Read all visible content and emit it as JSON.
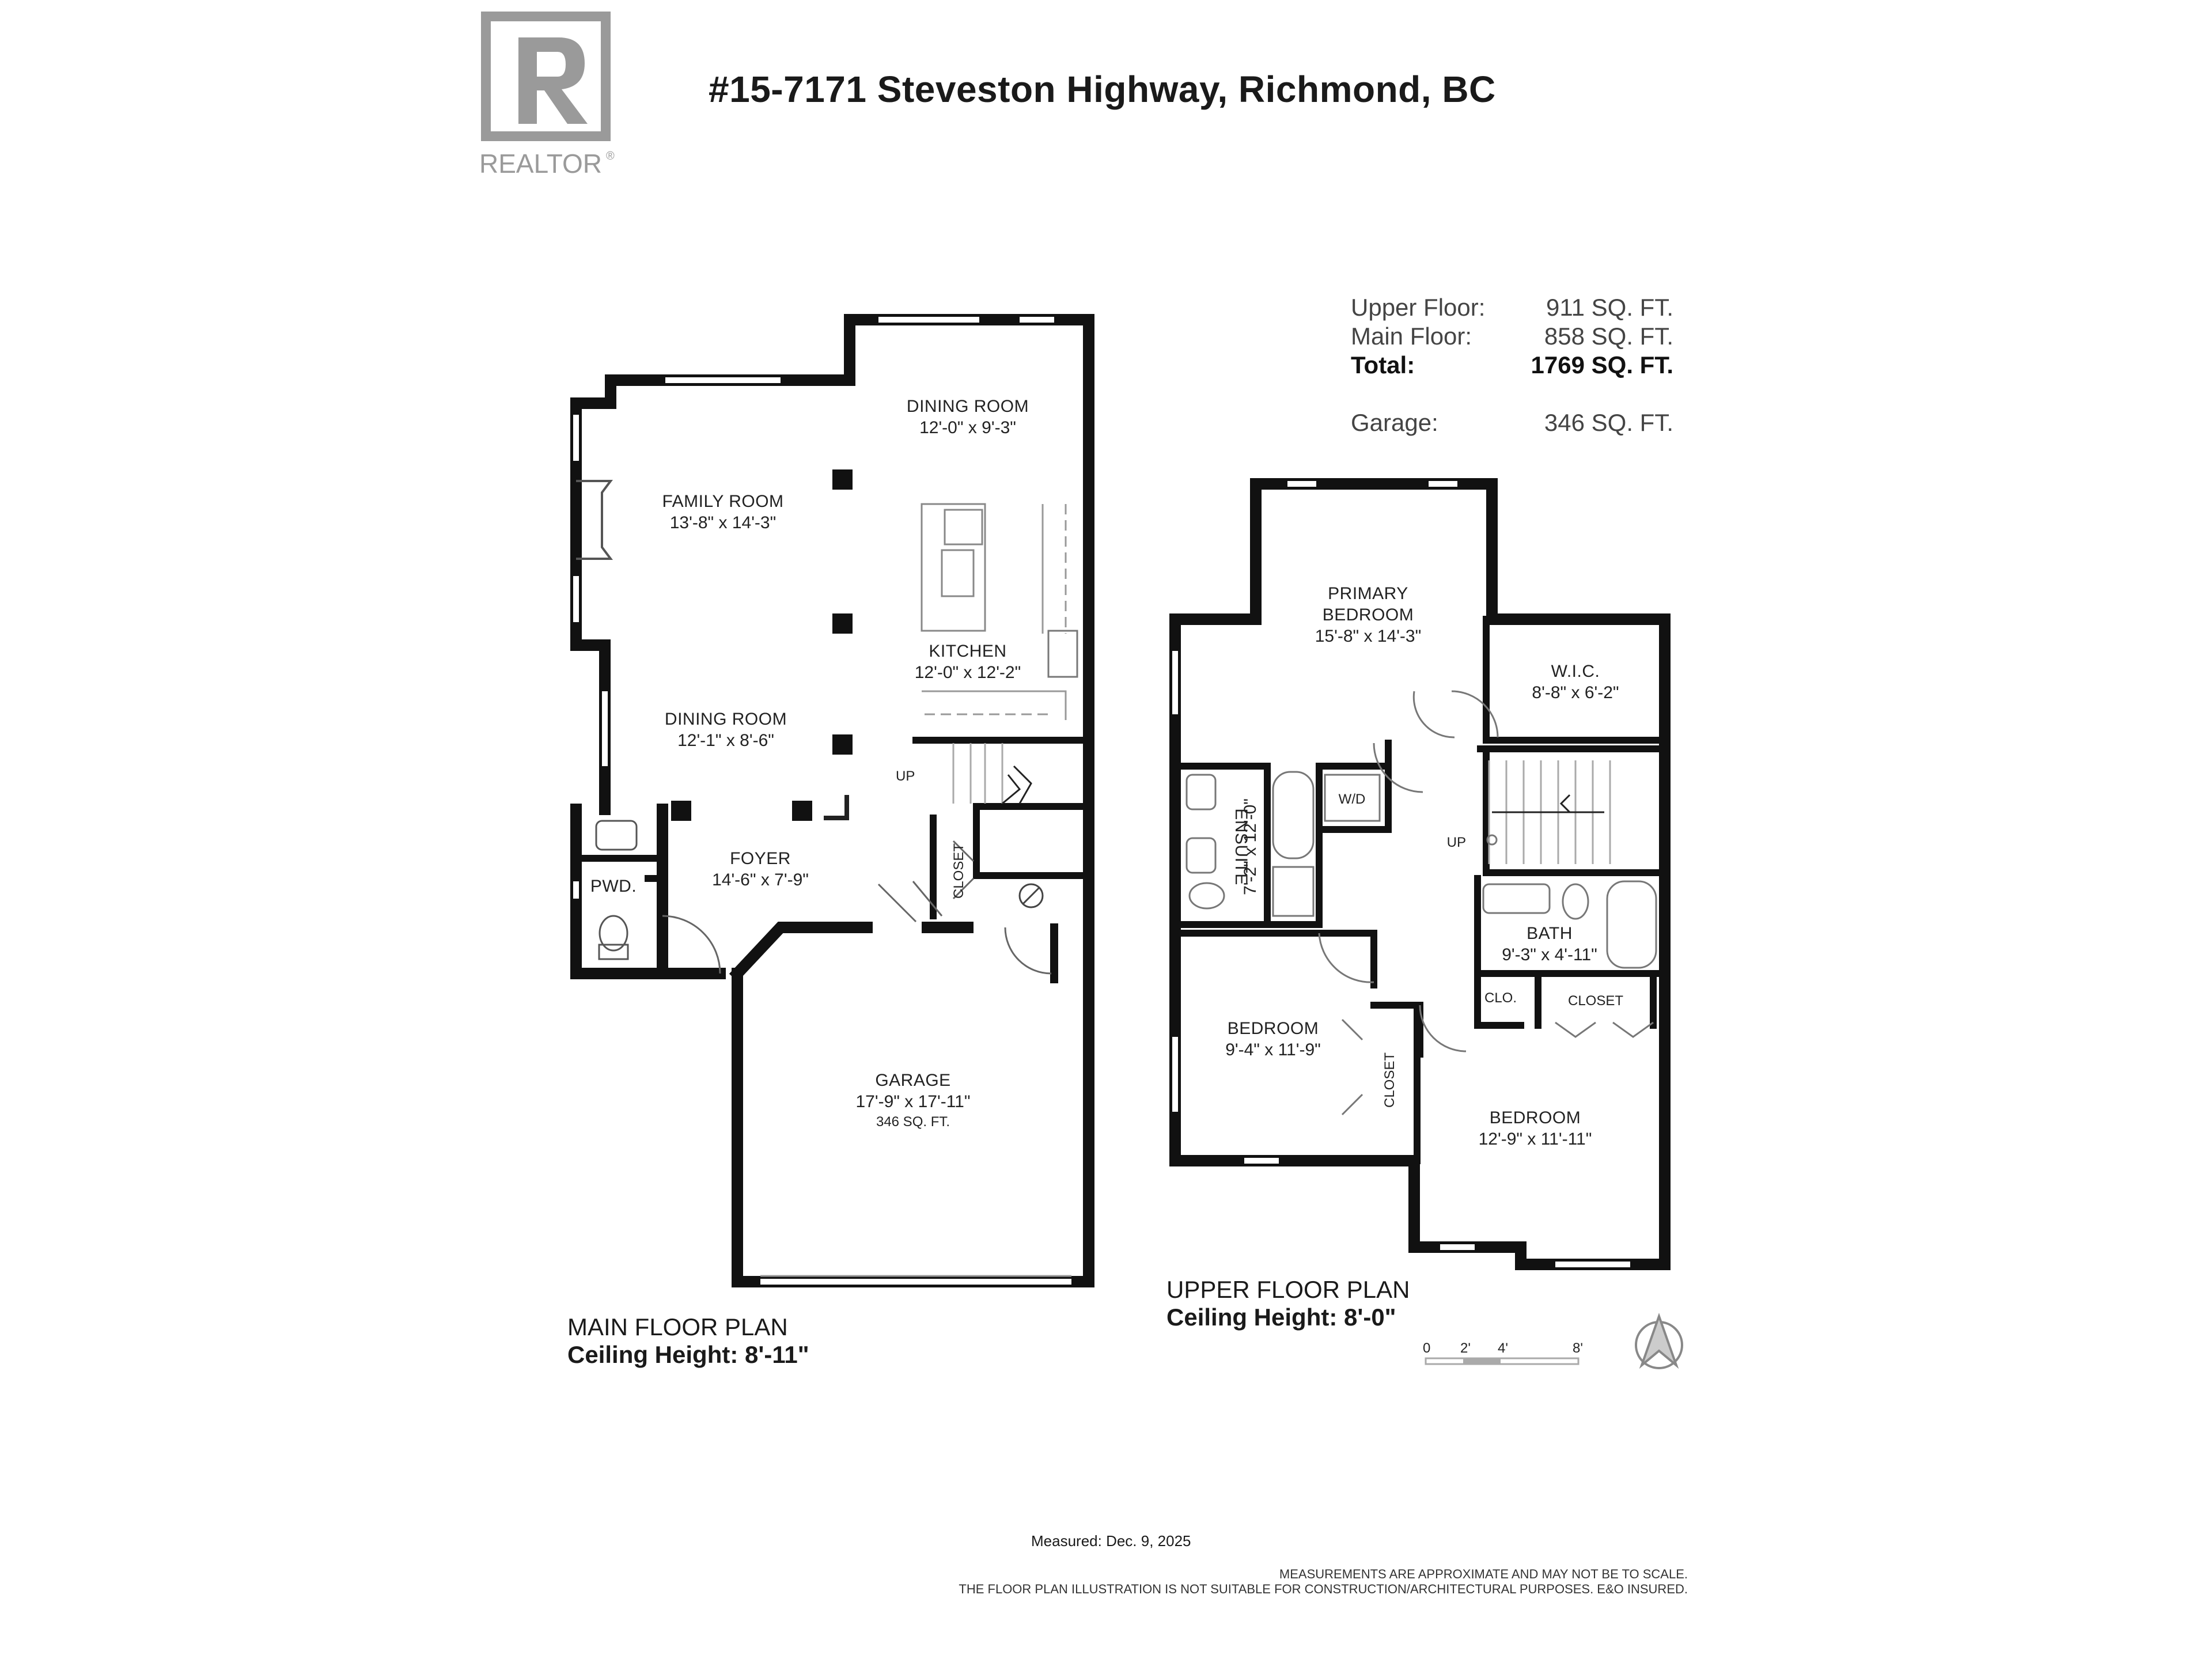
{
  "title": "#15-7171 Steveston Highway, Richmond, BC",
  "logo": {
    "text": "REALTOR",
    "mark": "®"
  },
  "summary": {
    "upper_label": "Upper Floor:",
    "upper_value": "911 SQ. FT.",
    "main_label": "Main Floor:",
    "main_value": "858 SQ. FT.",
    "total_label": "Total:",
    "total_value": "1769 SQ. FT.",
    "garage_label": "Garage:",
    "garage_value": "346 SQ. FT."
  },
  "main_floor": {
    "caption": "MAIN FLOOR PLAN",
    "ceiling": "Ceiling Height: 8'-11\"",
    "rooms": {
      "dining_top": {
        "name": "DINING ROOM",
        "dim": "12'-0\" x 9'-3\""
      },
      "family": {
        "name": "FAMILY ROOM",
        "dim": "13'-8\" x 14'-3\""
      },
      "kitchen": {
        "name": "KITCHEN",
        "dim": "12'-0\" x 12'-2\""
      },
      "dining": {
        "name": "DINING ROOM",
        "dim": "12'-1\" x 8'-6\""
      },
      "foyer": {
        "name": "FOYER",
        "dim": "14'-6\" x 7'-9\""
      },
      "pwd": {
        "name": "PWD."
      },
      "closet": {
        "name": "CLOSET"
      },
      "up": {
        "name": "UP"
      },
      "garage": {
        "name": "GARAGE",
        "dim": "17'-9\" x  17'-11\"",
        "area": "346 SQ. FT."
      }
    }
  },
  "upper_floor": {
    "caption": "UPPER FLOOR PLAN",
    "ceiling": "Ceiling Height: 8'-0\"",
    "rooms": {
      "primary": {
        "name1": "PRIMARY",
        "name2": "BEDROOM",
        "dim": "15'-8\" x 14'-3\""
      },
      "wic": {
        "name": "W.I.C.",
        "dim": "8'-8\" x 6'-2\""
      },
      "ensuite": {
        "name": "ENSUITE",
        "dim": "7'-2\" x 12'-0\""
      },
      "wd": {
        "name": "W/D"
      },
      "up": {
        "name": "UP"
      },
      "bath": {
        "name": "BATH",
        "dim": "9'-3\" x 4'-11\""
      },
      "clo": {
        "name": "CLO."
      },
      "closet_right": {
        "name": "CLOSET"
      },
      "bedroom_left": {
        "name": "BEDROOM",
        "dim": "9'-4\" x 11'-9\""
      },
      "closet_left": {
        "name": "CLOSET"
      },
      "bedroom_right": {
        "name": "BEDROOM",
        "dim": "12'-9\" x 11'-11\""
      }
    }
  },
  "scale_bar": {
    "t0": "0",
    "t2": "2'",
    "t4": "4'",
    "t8": "8'"
  },
  "measured": "Measured: Dec. 9, 2025",
  "disclaimer_1": "MEASUREMENTS ARE APPROXIMATE AND MAY NOT BE TO SCALE.",
  "disclaimer_2": "THE FLOOR PLAN ILLUSTRATION IS NOT SUITABLE FOR CONSTRUCTION/ARCHITECTURAL PURPOSES. E&O INSURED.",
  "colors": {
    "wall": "#111111",
    "logo_gray": "#9a9a9a",
    "text": "#1a1a1a"
  }
}
